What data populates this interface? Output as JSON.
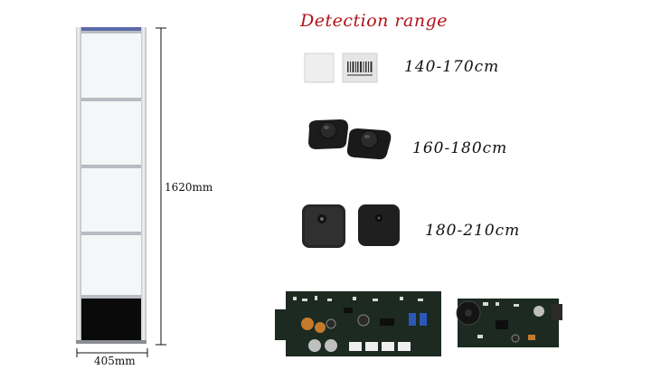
{
  "title": "Detection range",
  "gate": {
    "height_label": "1620mm",
    "width_label": "405mm"
  },
  "ranges": [
    {
      "item": "soft-label",
      "value": "140-170cm"
    },
    {
      "item": "small-hard-tag",
      "value": "160-180cm"
    },
    {
      "item": "square-hard-tag",
      "value": "180-210cm"
    }
  ],
  "colors": {
    "title": "#b01218",
    "pcb": "#1c2a22",
    "tag": "#1a1a1a"
  }
}
